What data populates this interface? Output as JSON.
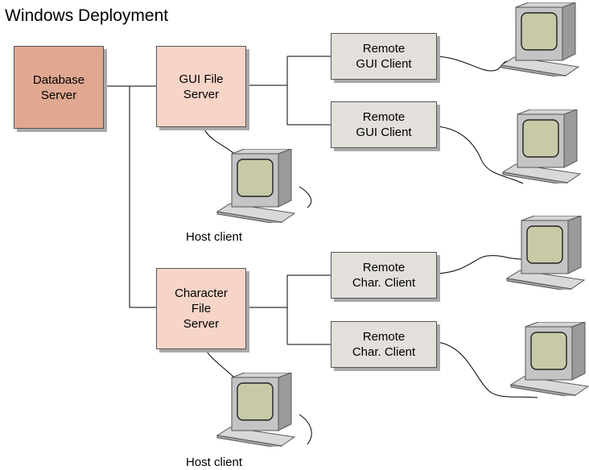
{
  "title": "Windows Deployment",
  "nodes": {
    "database_server": "Database\nServer",
    "gui_file_server": "GUI File\nServer",
    "char_file_server": "Character\nFile\nServer",
    "remote_gui_client_1": "Remote\nGUI Client",
    "remote_gui_client_2": "Remote\nGUI Client",
    "remote_char_client_1": "Remote\nChar. Client",
    "remote_char_client_2": "Remote\nChar. Client"
  },
  "host_labels": {
    "gui": "Host client",
    "char": "Host client"
  },
  "icons": {
    "computer": "computer-icon"
  },
  "colors": {
    "database_server": "#e0a890",
    "file_server": "#f6d4c7",
    "client": "#e3e0db",
    "computer_body": "#c4c4c4",
    "computer_screen": "#c8c9a6"
  }
}
